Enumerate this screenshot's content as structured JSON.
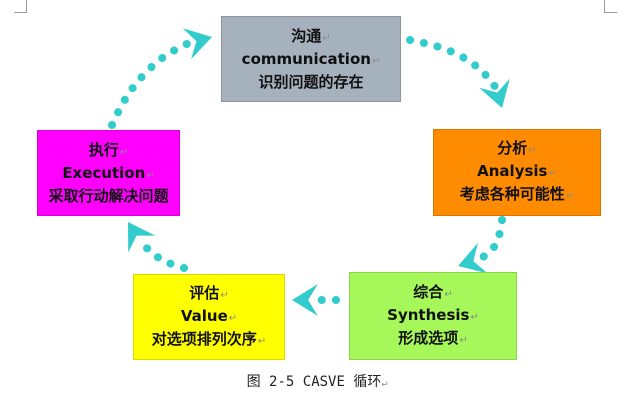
{
  "colors": {
    "arrow": "#33CCCC",
    "communication": "#A6B1BE",
    "analysis": "#FF8C00",
    "synthesis": "#A6F85A",
    "value": "#FFFF00",
    "execution": "#FF00FF"
  },
  "para_mark": "↵",
  "stages": [
    {
      "id": "communication",
      "zh": "沟通",
      "en": "communication",
      "desc": "识别问题的存在",
      "color_key": "communication"
    },
    {
      "id": "analysis",
      "zh": "分析",
      "en": "Analysis",
      "desc": "考虑各种可能性",
      "color_key": "analysis"
    },
    {
      "id": "synthesis",
      "zh": "综合",
      "en": "Synthesis",
      "desc": "形成选项",
      "color_key": "synthesis"
    },
    {
      "id": "value",
      "zh": "评估",
      "en": "Value",
      "desc": "对选项排列次序",
      "color_key": "value"
    },
    {
      "id": "execution",
      "zh": "执行",
      "en": "Execution",
      "desc": "采取行动解决问题",
      "color_key": "execution"
    }
  ],
  "caption": "图 2-5 CASVE 循环"
}
